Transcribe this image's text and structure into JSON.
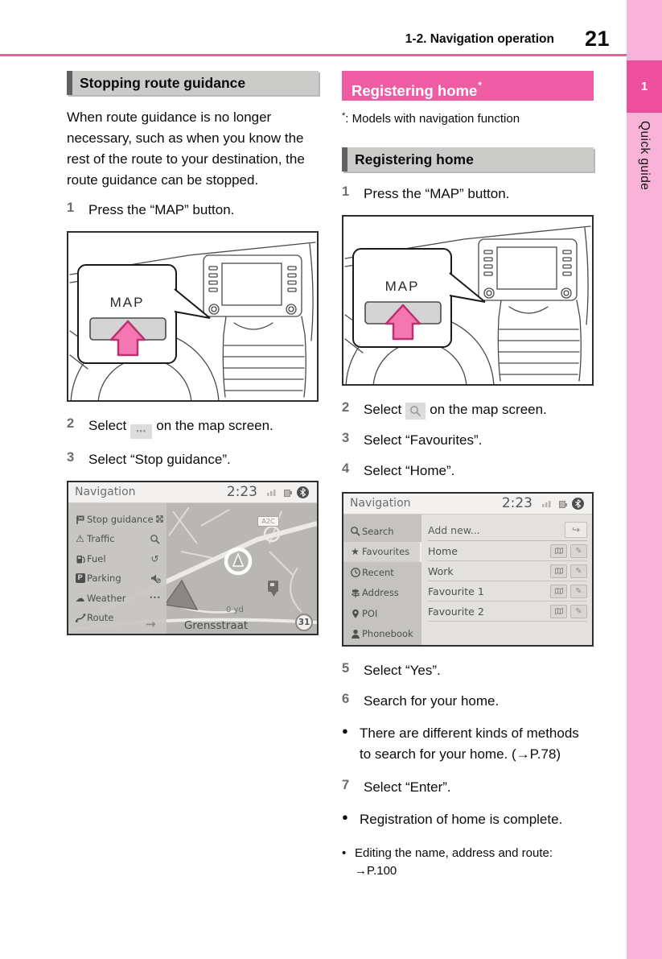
{
  "colors": {
    "accent_pink": "#ee5da4",
    "tab_pink": "#ee4f9d",
    "strip_pink": "#f9b3d8",
    "header_gray": "#cbcbc9"
  },
  "header": {
    "running_head": "1-2. Navigation operation",
    "page_number": "21"
  },
  "sidebar": {
    "tab_number": "1",
    "label": "Quick guide"
  },
  "icons": {
    "dots": "•••",
    "star": "★",
    "warning": "⚠",
    "cloud": "☁",
    "pencil": "✎",
    "arrow_right": "→",
    "return_arrow": "↩",
    "rotate": "↺",
    "bullet": "●",
    "note_bullet": "•"
  },
  "dashboard": {
    "map_button_label": "MAP"
  },
  "left": {
    "section_title": "Stopping route guidance",
    "intro": "When route guidance is no longer necessary, such as when you know the rest of the route to your destination, the route guidance can be stopped.",
    "steps": {
      "s1": {
        "num": "1",
        "text": "Press the “MAP” button."
      },
      "s2": {
        "num": "2",
        "pre": "Select",
        "post": "on the map screen."
      },
      "s3": {
        "num": "3",
        "text": "Select “Stop guidance”."
      }
    }
  },
  "right": {
    "title": "Registering home",
    "title_sup": "*",
    "footnote_marker": "*",
    "footnote_text": ": Models with navigation function",
    "section_title": "Registering home",
    "steps": {
      "s1": {
        "num": "1",
        "text": "Press the “MAP” button."
      },
      "s2": {
        "num": "2",
        "pre": "Select",
        "post": "on the map screen."
      },
      "s3": {
        "num": "3",
        "text": "Select “Favourites”."
      },
      "s4": {
        "num": "4",
        "text": "Select “Home”."
      },
      "s5": {
        "num": "5",
        "text": "Select “Yes”."
      },
      "s6": {
        "num": "6",
        "text": "Search for your home."
      },
      "s7": {
        "num": "7",
        "text": "Select “Enter”."
      }
    },
    "bullets": {
      "b1": "There are different kinds of methods to search for your home. (→P.78)",
      "b2": "Registration of home is complete."
    },
    "note": {
      "text": "Editing the name, address and route:",
      "ref": "→P.100"
    }
  },
  "nav_map": {
    "title": "Navigation",
    "time": "2:23",
    "menu": [
      "Stop guidance",
      "Traffic",
      "Fuel",
      "Parking",
      "Weather",
      "Route"
    ],
    "parking_letter": "P",
    "road_sign": "A2C",
    "distance": "0 yd",
    "street": "Grensstraat",
    "speed_limit": "31"
  },
  "nav_fav": {
    "title": "Navigation",
    "time": "2:23",
    "menu": [
      "Search",
      "Favourites",
      "Recent",
      "Address",
      "POI",
      "Phonebook"
    ],
    "add_new": "Add new...",
    "items": [
      "Home",
      "Work",
      "Favourite 1",
      "Favourite 2"
    ]
  }
}
